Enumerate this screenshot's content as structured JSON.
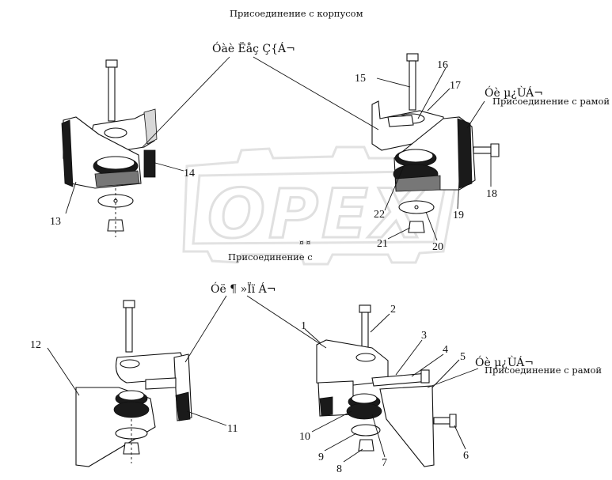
{
  "captions": {
    "top_title": "Присоединение с корпусом",
    "right_top": "Присоединение с рамой",
    "mid_left": "Присоединение с",
    "right_bottom": "Присоединение с рамой"
  },
  "garbled_labels": {
    "top_center": "Óàè Ëåç Ç{Á¬",
    "right_top": "Óè µ¿ÙÁ¬",
    "mid_left_small": "¤ ¤",
    "mid": "Óë ¶ »Ïï Á¬",
    "right_bottom": "Óè µ¿ÙÁ¬"
  },
  "watermark": {
    "text": "OPEX"
  },
  "callouts": [
    "1",
    "2",
    "3",
    "4",
    "5",
    "6",
    "7",
    "8",
    "9",
    "10",
    "11",
    "12",
    "13",
    "14",
    "15",
    "16",
    "17",
    "18",
    "19",
    "20",
    "21",
    "22"
  ],
  "colors": {
    "ink": "#111111",
    "watermark": "#e0e0e0",
    "rubber": "#1a1a1a"
  }
}
